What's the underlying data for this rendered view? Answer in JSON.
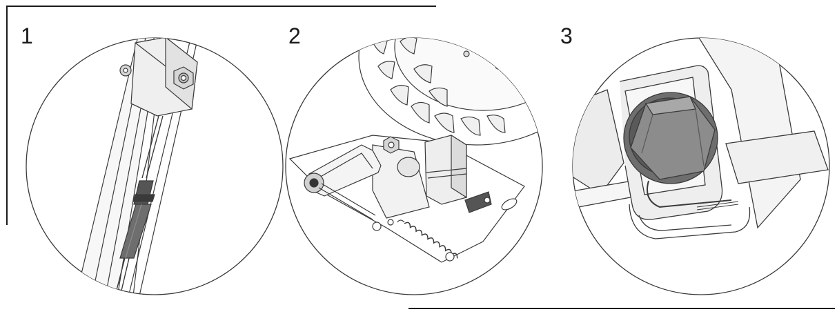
{
  "steps": [
    {
      "number": "1",
      "icon": "cable-adjuster-detail-illustration"
    },
    {
      "number": "2",
      "icon": "engine-throttle-spring-illustration"
    },
    {
      "number": "3",
      "icon": "hex-bolt-clamp-closeup-illustration"
    }
  ],
  "colors": {
    "ink": "#1a1a1a",
    "line": "#3a3a3a",
    "fill_light": "#f2f2f2",
    "fill_mid": "#c9c9c9",
    "fill_dark": "#6e6e6e",
    "bolt": "#8c8c8c"
  }
}
